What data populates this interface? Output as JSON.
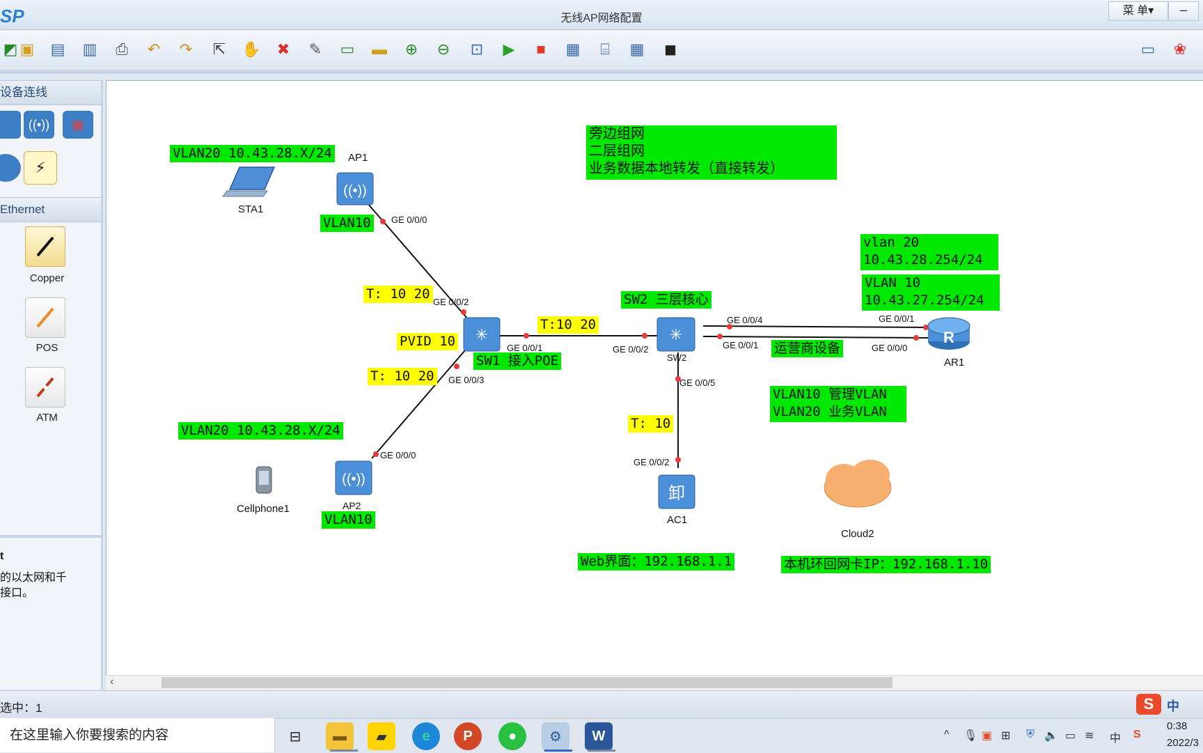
{
  "window": {
    "app_logo": "SP",
    "title": "无线AP网络配置",
    "menu_label": "菜 单▾",
    "minimize_label": "–"
  },
  "toolbar": {
    "icons": [
      "new-icon",
      "open-icon",
      "save-icon",
      "save-as-icon",
      "print-icon",
      "undo-icon",
      "redo-icon",
      "select-icon",
      "hand-icon",
      "delete-icon",
      "delete-link-icon",
      "text-note-icon",
      "rectangle-icon",
      "zoom-in-icon",
      "zoom-out-icon",
      "fit-icon",
      "start-icon",
      "stop-icon",
      "capture-icon",
      "topology-icon",
      "grid-icon",
      "camera-icon",
      "chat-icon",
      "huawei-icon"
    ]
  },
  "sidebar": {
    "section_devices": "设备连线",
    "section_ethernet": "Ethernet",
    "cables": [
      {
        "label": "Copper"
      },
      {
        "label": "POS"
      },
      {
        "label": "ATM"
      }
    ],
    "desc_title": "t",
    "desc_line1": "的以太网和千",
    "desc_line2": "接口。"
  },
  "canvas": {
    "notes": {
      "sta_vlan": "VLAN20 10.43.28.X/24",
      "ap1_vlan": "VLAN10",
      "sw1_t1": "T: 10 20",
      "sw1_pvid": "PVID 10",
      "sw1_t2": "T: 10 20",
      "sw1_label": "SW1 接入POE",
      "sw_link": "T:10 20",
      "cell_vlan": "VLAN20 10.43.28.X/24",
      "ap2_vlan": "VLAN10",
      "mode_l1": "旁边组网",
      "mode_l2": "二层组网",
      "mode_l3": "业务数据本地转发（直接转发）",
      "sw2_label": "SW2 三层核心",
      "vlan20_l1": "vlan 20",
      "vlan20_l2": "10.43.28.254/24",
      "vlan10_l1": "VLAN 10",
      "vlan10_l2": "10.43.27.254/24",
      "isp": "运营商设备",
      "vlan_l1": "VLAN10 管理VLAN",
      "vlan_l2": "VLAN20 业务VLAN",
      "ac_trunk": "T: 10",
      "web": "Web界面：192.168.1.1",
      "loopback": "本机环回网卡IP：192.168.1.10"
    },
    "devices": {
      "sta1": "STA1",
      "ap1": "AP1",
      "sw2": "SW2",
      "ar1": "AR1",
      "cell": "Cellphone1",
      "ap2": "AP2",
      "ac1": "AC1",
      "cloud": "Cloud2"
    },
    "ports": {
      "ap1_ge000": "GE 0/0/0",
      "sw1_ge002": "GE 0/0/2",
      "sw1_ge001": "GE 0/0/1",
      "sw1_ge003": "GE 0/0/3",
      "ap2_ge000": "GE 0/0/0",
      "sw2_ge002": "GE 0/0/2",
      "sw2_ge004": "GE 0/0/4",
      "sw2_ge001": "GE 0/0/1",
      "sw2_ge005": "GE 0/0/5",
      "ar1_ge001": "GE 0/0/1",
      "ar1_ge000": "GE 0/0/0",
      "ac1_ge002": "GE 0/0/2"
    }
  },
  "statusbar": {
    "text": "选中：1"
  },
  "taskbar": {
    "search_placeholder": "在这里输入你要搜索的内容",
    "ime": "中",
    "time": "0:38",
    "date": "2022/3"
  }
}
